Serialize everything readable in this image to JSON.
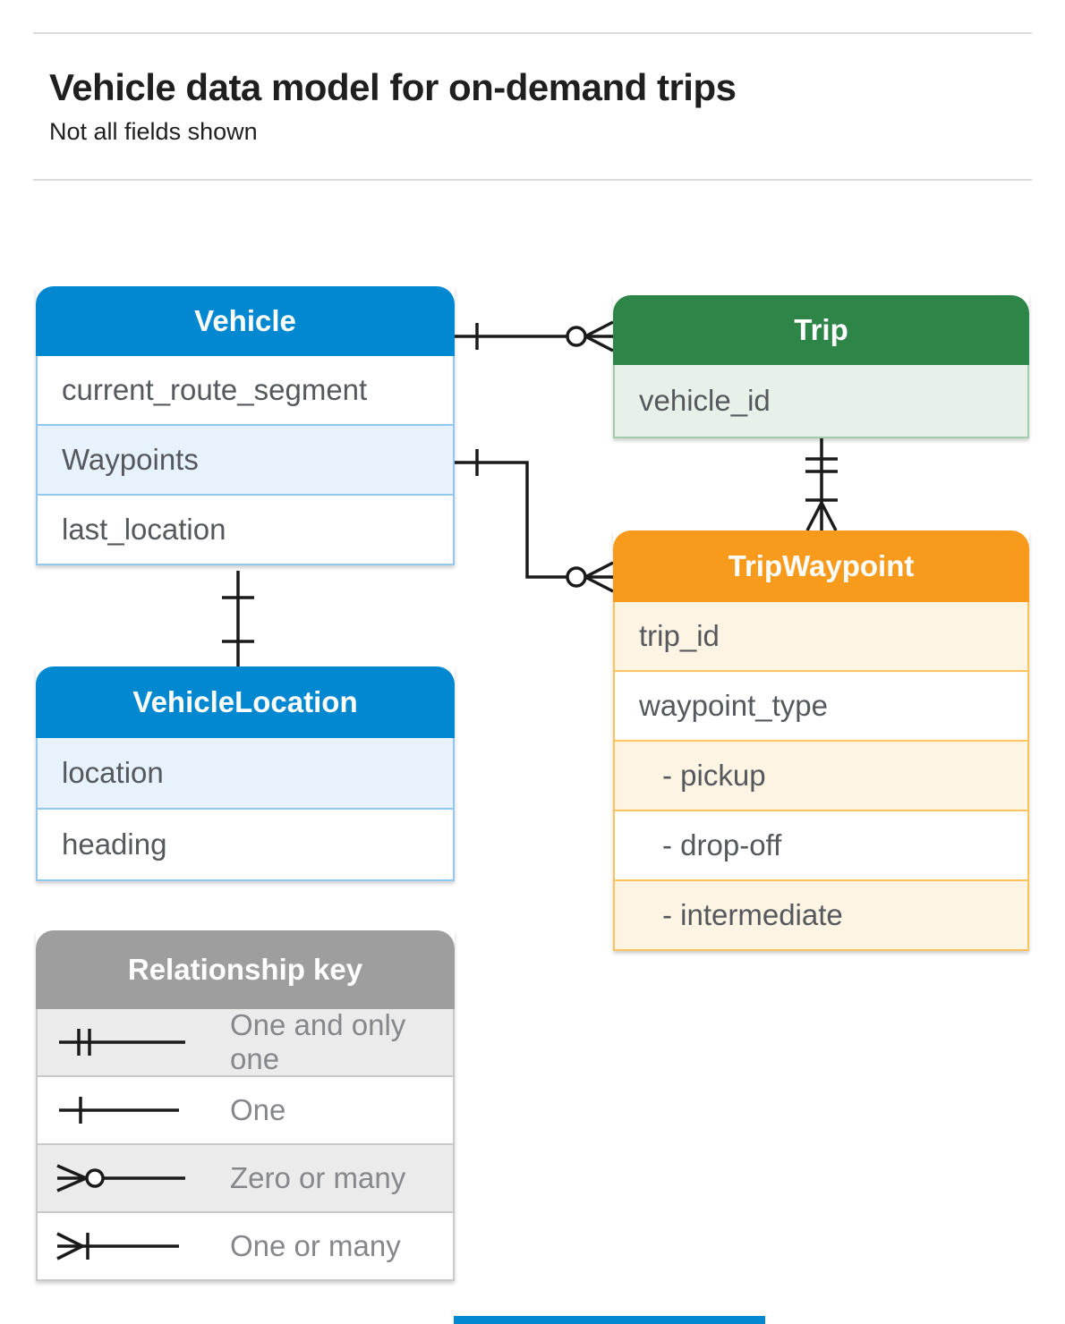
{
  "page": {
    "title": "Vehicle data model for on-demand trips",
    "subtitle": "Not all fields shown"
  },
  "colors": {
    "blue": "#0288d1",
    "blue_row": "#e8f2fd",
    "blue_border": "#92c7f0",
    "green": "#2e8548",
    "green_row": "#e7f1e9",
    "green_border": "#a3ccab",
    "orange": "#f89b1c",
    "orange_row": "#fdf4e4",
    "orange_border": "#fdc45c",
    "gray": "#9e9e9e",
    "gray_row": "#ebebeb",
    "gray_border": "#c9c9c9",
    "text": "#55585c",
    "legend_text": "#85878a",
    "heading_text": "#1f1f1f",
    "divider": "#dadce0",
    "line": "#1a1a1a"
  },
  "tables": {
    "vehicle": {
      "title": "Vehicle",
      "fields": [
        "current_route_segment",
        "Waypoints",
        "last_location"
      ]
    },
    "trip": {
      "title": "Trip",
      "fields": [
        "vehicle_id"
      ]
    },
    "trip_waypoint": {
      "title": "TripWaypoint",
      "fields": [
        "trip_id",
        "waypoint_type",
        "- pickup",
        "- drop-off",
        "- intermediate"
      ]
    },
    "vehicle_location": {
      "title": "VehicleLocation",
      "fields": [
        "location",
        "heading"
      ]
    }
  },
  "legend": {
    "title": "Relationship key",
    "items": [
      {
        "symbol": "one-and-only-one",
        "label": "One and only one"
      },
      {
        "symbol": "one",
        "label": "One"
      },
      {
        "symbol": "zero-or-many",
        "label": "Zero or many"
      },
      {
        "symbol": "one-or-many",
        "label": "One or many"
      }
    ]
  },
  "relationships": [
    {
      "from": "Vehicle",
      "to": "Trip",
      "from_cardinality": "one",
      "to_cardinality": "zero-or-many"
    },
    {
      "from": "Vehicle.Waypoints",
      "to": "TripWaypoint",
      "from_cardinality": "one",
      "to_cardinality": "zero-or-many"
    },
    {
      "from": "Trip",
      "to": "TripWaypoint",
      "from_cardinality": "one-and-only-one",
      "to_cardinality": "one-or-many"
    },
    {
      "from": "Vehicle",
      "to": "VehicleLocation",
      "from_cardinality": "one",
      "to_cardinality": "one"
    }
  ]
}
